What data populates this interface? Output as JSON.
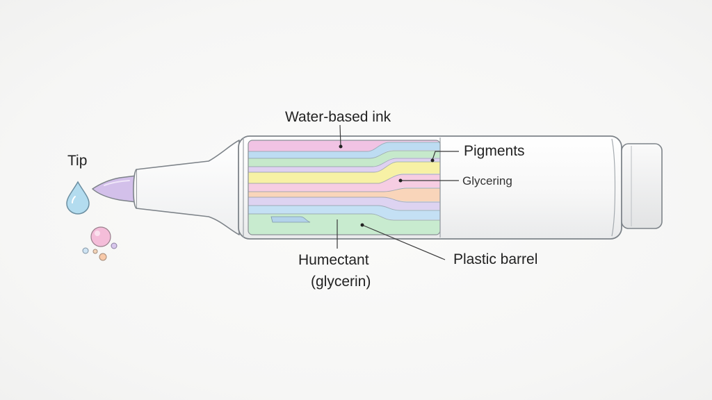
{
  "labels": {
    "water_based_ink": "Water-based ink",
    "tip": "Tip",
    "pigments": "Pigments",
    "glycering": "Glycering",
    "humectant": "Humectant",
    "humectant_sub": "(glycerin)",
    "plastic_barrel": "Plastic barrel"
  },
  "colors": {
    "outline": "#7d8389",
    "leader": "#3a3a3a",
    "tip_lavender": "#cdb7e6",
    "drop_blue": "#a9d6ea",
    "bubble_pink": "#f2b6d6",
    "ink_pink": "#f1c1e3",
    "ink_blue": "#bfdcf2",
    "ink_green": "#c4e8c9",
    "ink_yellow": "#f6f0a6",
    "ink_orange": "#f8d0b4",
    "ink_lilac": "#dccff0"
  }
}
